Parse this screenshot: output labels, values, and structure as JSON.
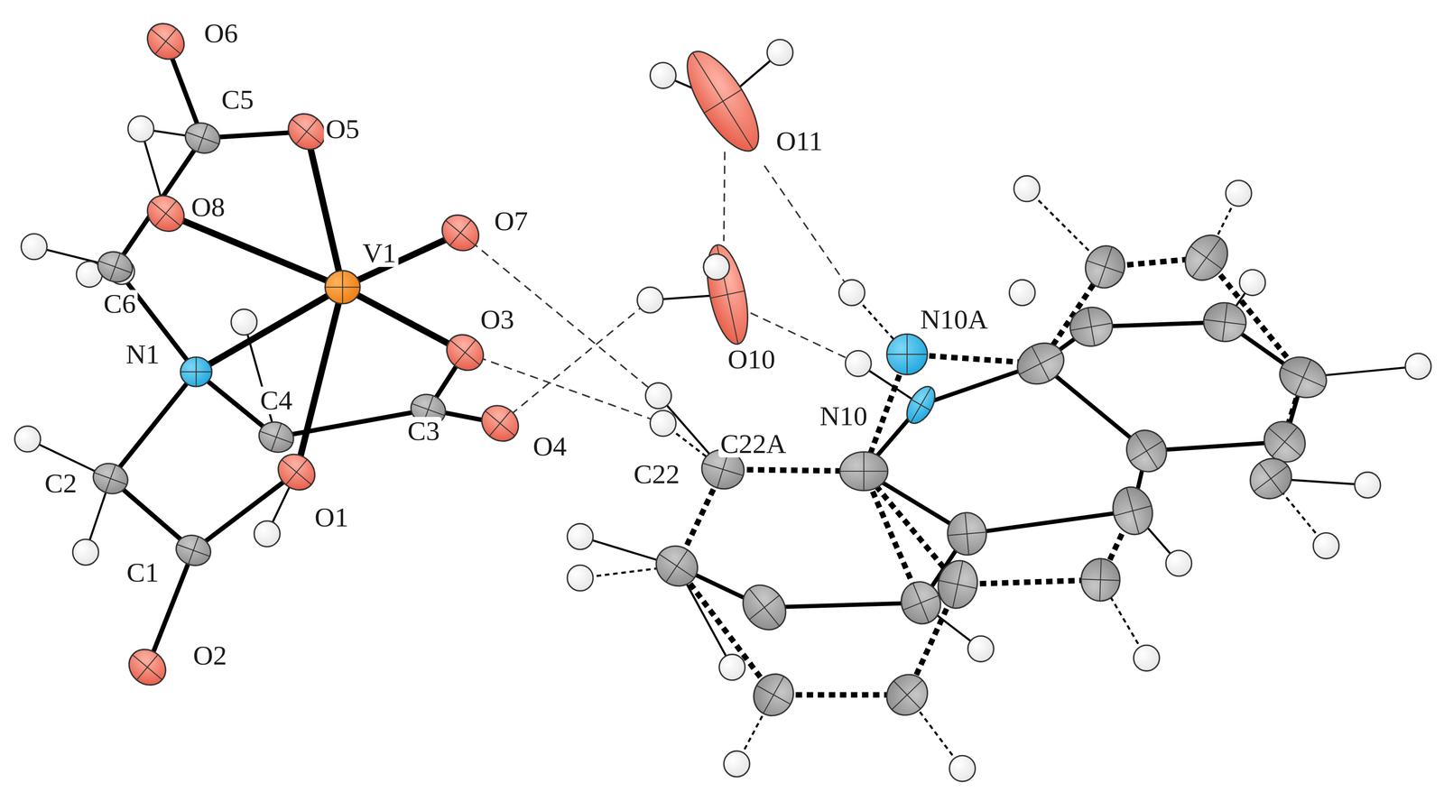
{
  "diagram": {
    "labels": [
      "O6",
      "C5",
      "O5",
      "O8",
      "O7",
      "V1",
      "O11",
      "C6",
      "O3",
      "N1",
      "C4",
      "N10A",
      "O10",
      "O4",
      "C3",
      "C22A",
      "N10",
      "C22",
      "C2",
      "O1",
      "C1",
      "O2"
    ]
  }
}
